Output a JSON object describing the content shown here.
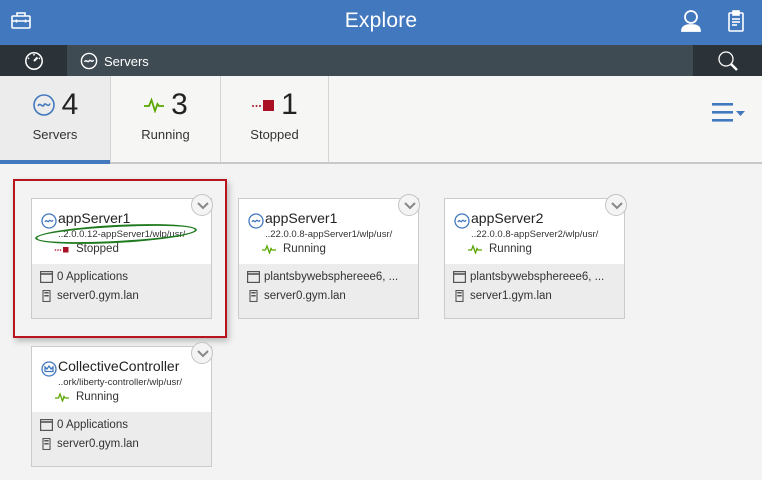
{
  "header": {
    "title": "Explore",
    "left_icon": "toolbox-icon",
    "right_icons": [
      "user-icon",
      "clipboard-icon"
    ]
  },
  "subbar": {
    "dashboard_icon": "dashboard-gauge-icon",
    "breadcrumb": {
      "icon": "server-icon",
      "label": "Servers"
    },
    "search_icon": "search-icon"
  },
  "tabs": [
    {
      "key": "servers",
      "count": "4",
      "label": "Servers",
      "icon": "server-icon",
      "active": true
    },
    {
      "key": "running",
      "count": "3",
      "label": "Running",
      "icon": "running-pulse-icon",
      "active": false
    },
    {
      "key": "stopped",
      "count": "1",
      "label": "Stopped",
      "icon": "stopped-square-icon",
      "active": false
    }
  ],
  "menu": {
    "icon": "list-menu-dropdown-icon"
  },
  "colors": {
    "header_blue": "#4178be",
    "subbar": "#3f4b53",
    "running_green": "#5aa700",
    "stopped_red": "#a91024",
    "highlight_red": "#b8141d",
    "annotation_green": "#1f7a1f"
  },
  "cards": [
    {
      "name": "appServer1",
      "path": "..2.0.0.12-appServer1/wlp/usr/",
      "status": "Stopped",
      "status_type": "stopped",
      "apps": "0 Applications",
      "host": "server0.gym.lan",
      "icon": "server-icon",
      "highlighted": true
    },
    {
      "name": "appServer1",
      "path": "..22.0.0.8-appServer1/wlp/usr/",
      "status": "Running",
      "status_type": "running",
      "apps": "plantsbywebsphereee6, ...",
      "host": "server0.gym.lan",
      "icon": "server-icon",
      "highlighted": false
    },
    {
      "name": "appServer2",
      "path": "..22.0.0.8-appServer2/wlp/usr/",
      "status": "Running",
      "status_type": "running",
      "apps": "plantsbywebsphereee6, ...",
      "host": "server1.gym.lan",
      "icon": "server-icon",
      "highlighted": false
    },
    {
      "name": "CollectiveController",
      "path": "..ork/liberty-controller/wlp/usr/",
      "status": "Running",
      "status_type": "running",
      "apps": "0 Applications",
      "host": "server0.gym.lan",
      "icon": "controller-crown-icon",
      "highlighted": false
    }
  ]
}
